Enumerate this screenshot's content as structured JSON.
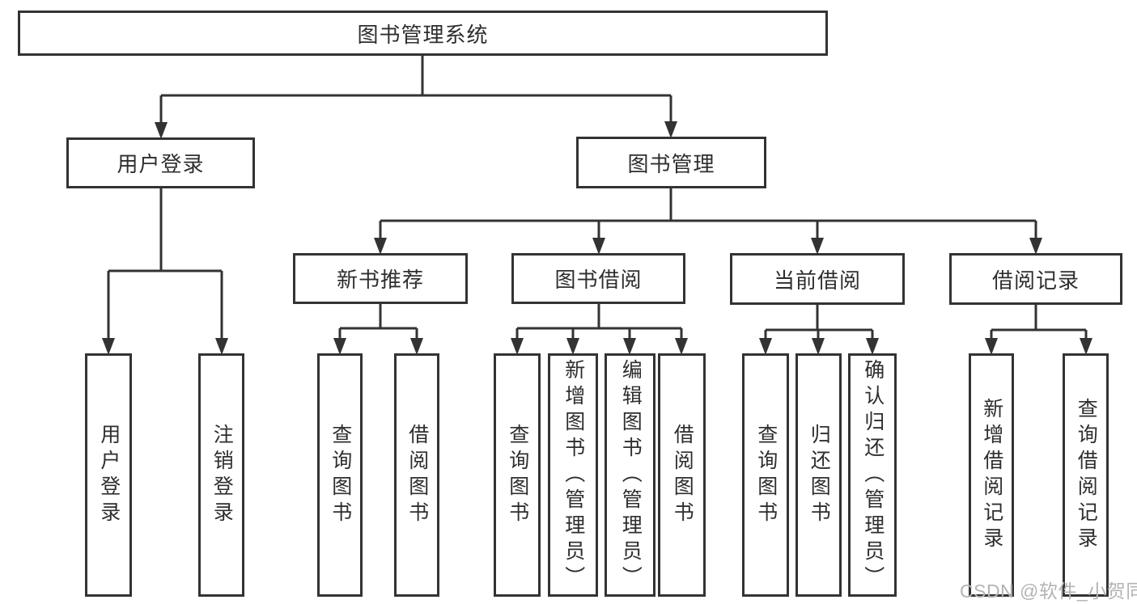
{
  "tree": {
    "label": "图书管理系统",
    "children": [
      {
        "label": "用户登录",
        "children": [
          {
            "label": "用户登录"
          },
          {
            "label": "注销登录"
          }
        ]
      },
      {
        "label": "图书管理",
        "children": [
          {
            "label": "新书推荐",
            "children": [
              {
                "label": "查询图书"
              },
              {
                "label": "借阅图书"
              }
            ]
          },
          {
            "label": "图书借阅",
            "children": [
              {
                "label": "查询图书"
              },
              {
                "label": "新增图书（管理员）"
              },
              {
                "label": "编辑图书（管理员）"
              },
              {
                "label": "借阅图书"
              }
            ]
          },
          {
            "label": "当前借阅",
            "children": [
              {
                "label": "查询图书"
              },
              {
                "label": "归还图书"
              },
              {
                "label": "确认归还（管理员）"
              }
            ]
          },
          {
            "label": "借阅记录",
            "children": [
              {
                "label": "新增借阅记录"
              },
              {
                "label": "查询借阅记录"
              }
            ]
          }
        ]
      }
    ]
  },
  "watermark": {
    "text": "CSDN @软件_小贺同学"
  },
  "colors": {
    "line": "#333333",
    "text": "#2e2e2e",
    "watermark": "#b4b4b4",
    "background": "#ffffff"
  }
}
